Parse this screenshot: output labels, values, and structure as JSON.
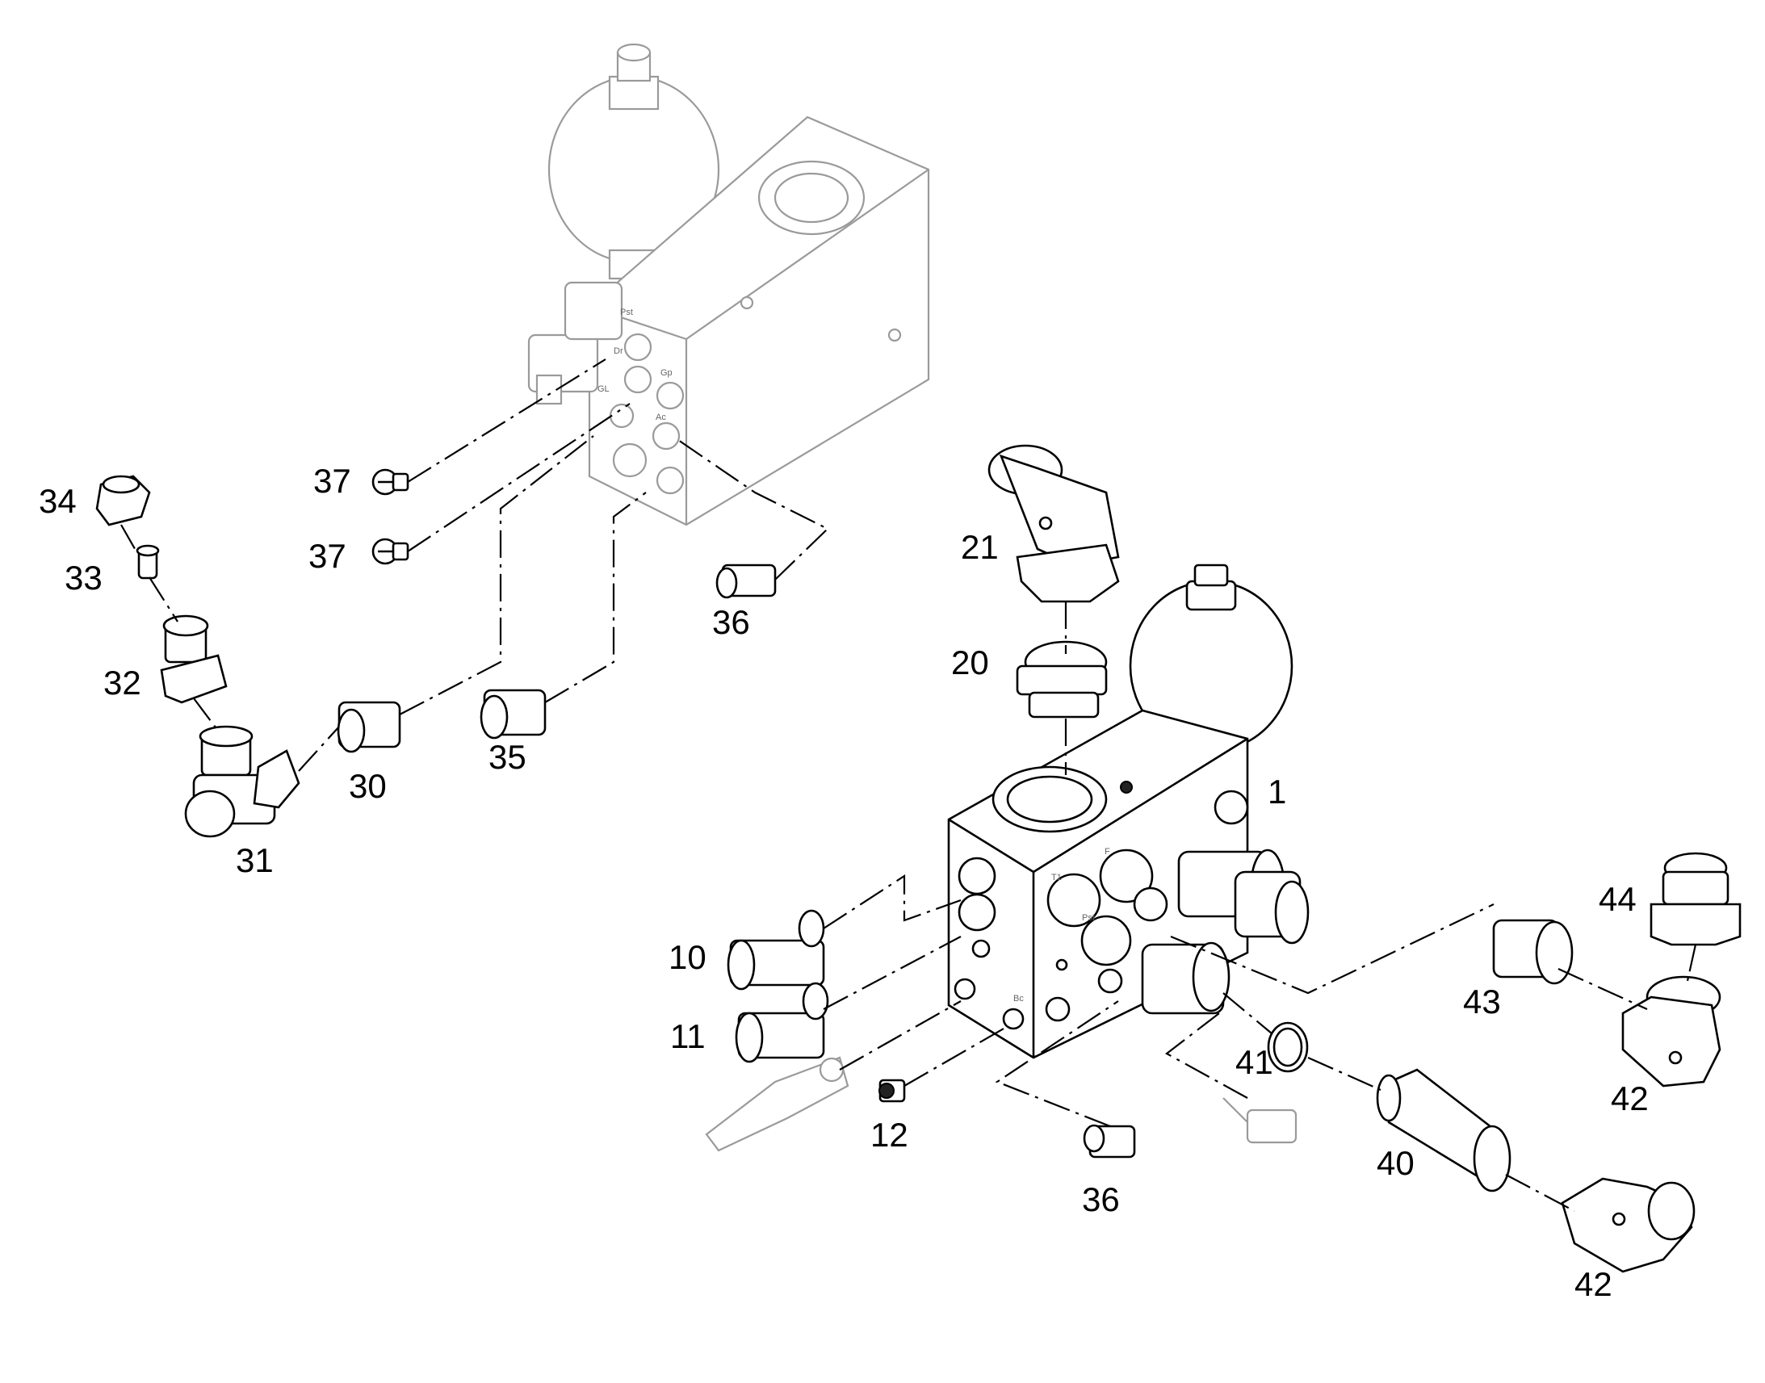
{
  "diagram": {
    "callouts": [
      {
        "key": "p34",
        "label": "34"
      },
      {
        "key": "p33",
        "label": "33"
      },
      {
        "key": "p32",
        "label": "32"
      },
      {
        "key": "p31",
        "label": "31"
      },
      {
        "key": "p30",
        "label": "30"
      },
      {
        "key": "p35",
        "label": "35"
      },
      {
        "key": "p37a",
        "label": "37"
      },
      {
        "key": "p37b",
        "label": "37"
      },
      {
        "key": "p36a",
        "label": "36"
      },
      {
        "key": "p21",
        "label": "21"
      },
      {
        "key": "p20",
        "label": "20"
      },
      {
        "key": "p1",
        "label": "1"
      },
      {
        "key": "p10",
        "label": "10"
      },
      {
        "key": "p11",
        "label": "11"
      },
      {
        "key": "p12",
        "label": "12"
      },
      {
        "key": "p36b",
        "label": "36"
      },
      {
        "key": "p41",
        "label": "41"
      },
      {
        "key": "p40",
        "label": "40"
      },
      {
        "key": "p43",
        "label": "43"
      },
      {
        "key": "p44",
        "label": "44"
      },
      {
        "key": "p42a",
        "label": "42"
      },
      {
        "key": "p42b",
        "label": "42"
      }
    ],
    "port_markings": [
      "Pst",
      "Dr",
      "Gp",
      "GL",
      "Ac",
      "T1",
      "F",
      "Pst",
      "Bc"
    ]
  },
  "colors": {
    "ink": "#000000",
    "ghost": "#9a9a9a",
    "paper": "#ffffff"
  }
}
